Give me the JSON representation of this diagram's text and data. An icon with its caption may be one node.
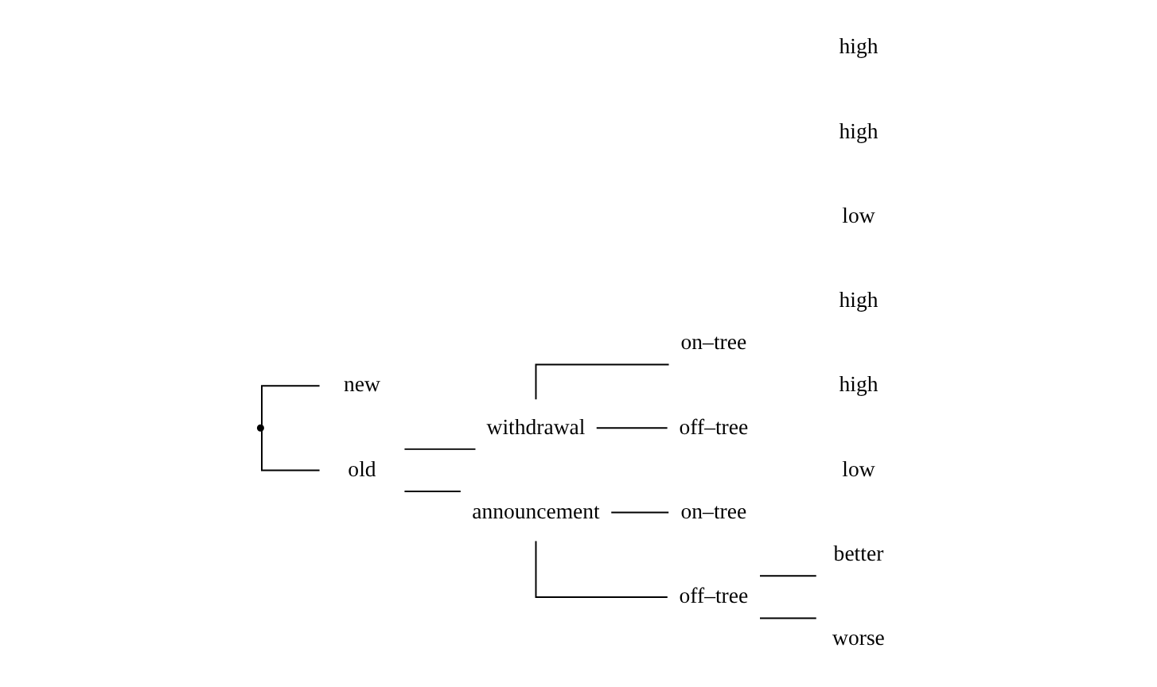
{
  "diagram": {
    "nodes": [
      {
        "text": [],
        "shape": "point"
      },
      {
        "text": [
          "new"
        ]
      },
      {
        "text": [
          "old"
        ]
      },
      {
        "text": [
          "withdrawal"
        ]
      },
      {
        "text": [
          "announcement"
        ]
      },
      {
        "text": [
          "on–tree"
        ]
      },
      {
        "text": [
          "off–tree"
        ]
      },
      {
        "text": [
          "on–tree"
        ]
      },
      {
        "text": [
          "off–tree"
        ]
      },
      {
        "text": [
          "better"
        ]
      },
      {
        "text": [
          "worse"
        ]
      }
    ],
    "edges": [
      {
        "from": 0,
        "to": 1,
        "arrow": "none"
      },
      {
        "from": 0,
        "to": 2,
        "arrow": "none"
      },
      {
        "from": 2,
        "to": 3,
        "arrow": "none"
      },
      {
        "from": 2,
        "to": 4,
        "arrow": "none"
      },
      {
        "from": 3,
        "to": 5,
        "arrow": "none"
      },
      {
        "from": 3,
        "to": 6,
        "arrow": "none"
      },
      {
        "from": 4,
        "to": 7,
        "arrow": "none"
      },
      {
        "from": 4,
        "to": 8,
        "arrow": "none"
      },
      {
        "from": 8,
        "to": 9,
        "arrow": "none"
      },
      {
        "from": 8,
        "to": 10,
        "arrow": "none"
      }
    ],
    "labels": [
      "high",
      "high",
      "low",
      "high",
      "high",
      "low"
    ]
  }
}
